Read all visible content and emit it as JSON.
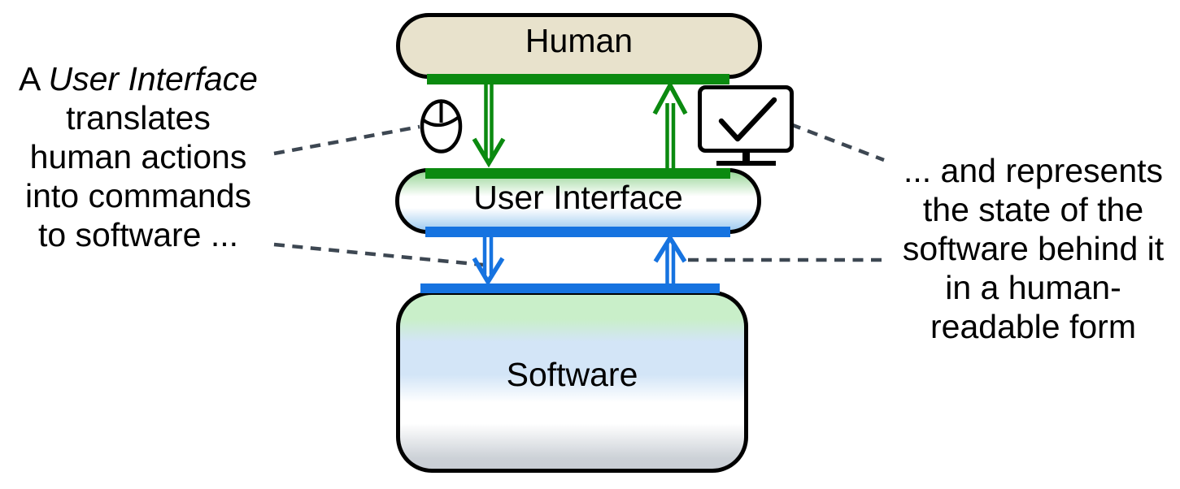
{
  "layers": {
    "human": {
      "label": "Human"
    },
    "ui": {
      "label": "User Interface"
    },
    "software": {
      "label": "Software"
    }
  },
  "annotations": {
    "left": {
      "line1_prefix": "A ",
      "line1_italic": "User Interface",
      "lines": [
        "translates",
        "human actions",
        "into commands",
        "to software ..."
      ]
    },
    "right": {
      "lines": [
        "... and represents",
        "the state of the",
        "software behind it",
        "in a human-",
        "readable form"
      ]
    }
  },
  "icons": {
    "left": "mouse-icon",
    "right": "monitor-check-icon"
  },
  "colors": {
    "action_green": "#0b8a10",
    "state_blue": "#1673e0",
    "human_fill": "#e8e2cc",
    "connector_gray": "#3d4752",
    "outline_black": "#000000"
  }
}
